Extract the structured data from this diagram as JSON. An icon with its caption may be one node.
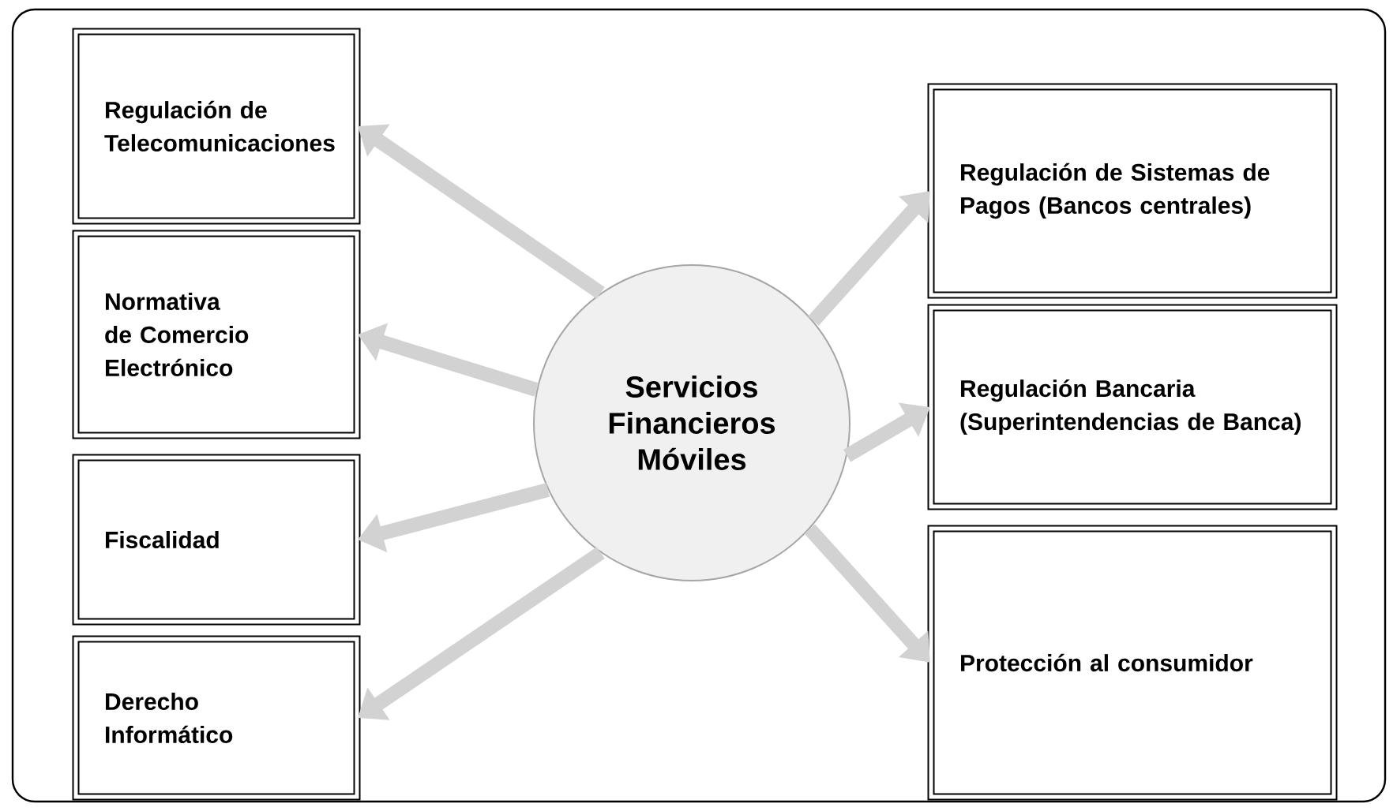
{
  "diagram": {
    "nodes": [
      {
        "text": [
          "Servicios Financieros Móviles"
        ]
      },
      {
        "text": [
          "Regulación de Telecomunicaciones"
        ]
      },
      {
        "text": [
          "Normativa de Comercio Electrónico"
        ]
      },
      {
        "text": [
          "Fiscalidad"
        ]
      },
      {
        "text": [
          "Derecho Informático"
        ]
      },
      {
        "text": [
          "Regulación de Sistemas de Pagos (Bancos centrales)"
        ]
      },
      {
        "text": [
          "Regulación Bancaria (Superintendencias de Banca)"
        ]
      },
      {
        "text": [
          "Protección al consumidor"
        ]
      }
    ],
    "edges": [
      {
        "from": 0,
        "to": 1,
        "arrow": "to"
      },
      {
        "from": 0,
        "to": 2,
        "arrow": "to"
      },
      {
        "from": 0,
        "to": 3,
        "arrow": "to"
      },
      {
        "from": 0,
        "to": 4,
        "arrow": "to"
      },
      {
        "from": 0,
        "to": 5,
        "arrow": "to"
      },
      {
        "from": 0,
        "to": 6,
        "arrow": "to"
      },
      {
        "from": 0,
        "to": 7,
        "arrow": "to"
      }
    ]
  }
}
